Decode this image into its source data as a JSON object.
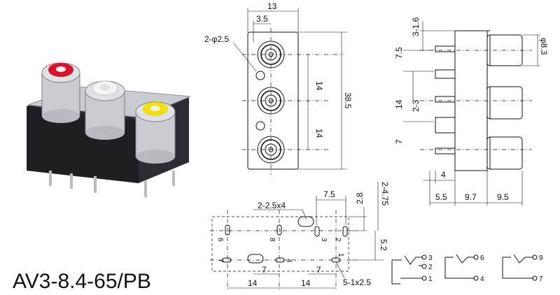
{
  "model": "AV3-8.4-65/PB",
  "jack_colors": {
    "red": "#e0102a",
    "white": "#f4f4f4",
    "yellow": "#f2e000",
    "body": "#2a2d31",
    "metal": "#c9ccd0"
  },
  "front_view": {
    "width": "13",
    "pitch_top": "3.5",
    "hole_note": "2-φ2.5",
    "spacing_1": "14",
    "spacing_2": "14",
    "height": "38.5"
  },
  "side_view": {
    "top_offset": "3-1.6",
    "d1": "7.5",
    "diameter": "φ8.3",
    "d2": "14",
    "d3": "2-3",
    "d4": "7",
    "d5": "4",
    "d6": "5.5",
    "d7": "9.7",
    "d8": "9.5"
  },
  "pcb_layout": {
    "slot_note": "2-2.5x4",
    "d_top": "7.5",
    "d_28": "2.8",
    "d_2475": "2-4.75",
    "d_52": "5.2",
    "d_7a": "7",
    "d_7b": "7",
    "d_14a": "14",
    "d_14b": "14",
    "pad_note": "5-1x2.5",
    "pin_labels": [
      "6",
      "7",
      "8",
      "4",
      "3",
      "2",
      "1"
    ]
  },
  "schematic": {
    "g1": [
      "3",
      "2",
      "1"
    ],
    "g2": [
      "6",
      "4"
    ],
    "g3": [
      "9",
      "7"
    ]
  }
}
